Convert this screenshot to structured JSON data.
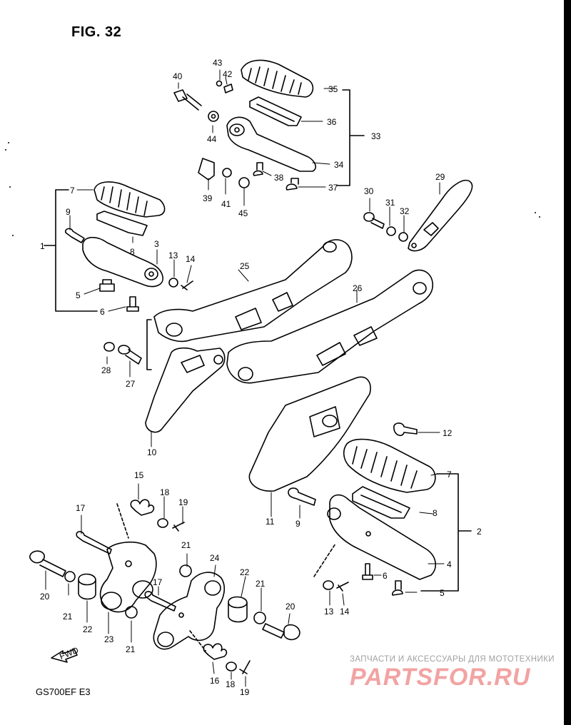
{
  "figure": {
    "title": "FIG. 32",
    "model": "GS700EF  E3"
  },
  "watermark": {
    "tagline": "ЗАПЧАСТИ И АКСЕССУАРЫ ДЛЯ МОТОТЕХНИКИ",
    "brand": "PARTSFOR.RU"
  },
  "fwd_arrow": {
    "label": "FWD"
  },
  "callouts": {
    "c1": "1",
    "c2": "2",
    "c3": "3",
    "c4": "4",
    "c5a": "5",
    "c5b": "5",
    "c6a": "6",
    "c6b": "6",
    "c7a": "7",
    "c7b": "7",
    "c8a": "8",
    "c8b": "8",
    "c9a": "9",
    "c9b": "9",
    "c10": "10",
    "c11": "11",
    "c12": "12",
    "c13a": "13",
    "c13b": "13",
    "c14a": "14",
    "c14b": "14",
    "c15": "15",
    "c16": "16",
    "c17a": "17",
    "c17b": "17",
    "c18a": "18",
    "c18b": "18",
    "c19a": "19",
    "c19b": "19",
    "c20a": "20",
    "c20b": "20",
    "c21a": "21",
    "c21b": "21",
    "c21c": "21",
    "c21d": "21",
    "c22a": "22",
    "c22b": "22",
    "c23": "23",
    "c24": "24",
    "c25": "25",
    "c26": "26",
    "c27": "27",
    "c28": "28",
    "c29": "29",
    "c30": "30",
    "c31": "31",
    "c32": "32",
    "c33": "33",
    "c34": "34",
    "c35": "35",
    "c36": "36",
    "c37": "37",
    "c38": "38",
    "c39": "39",
    "c40": "40",
    "c41": "41",
    "c42": "42",
    "c43": "43",
    "c44": "44",
    "c45": "45"
  }
}
